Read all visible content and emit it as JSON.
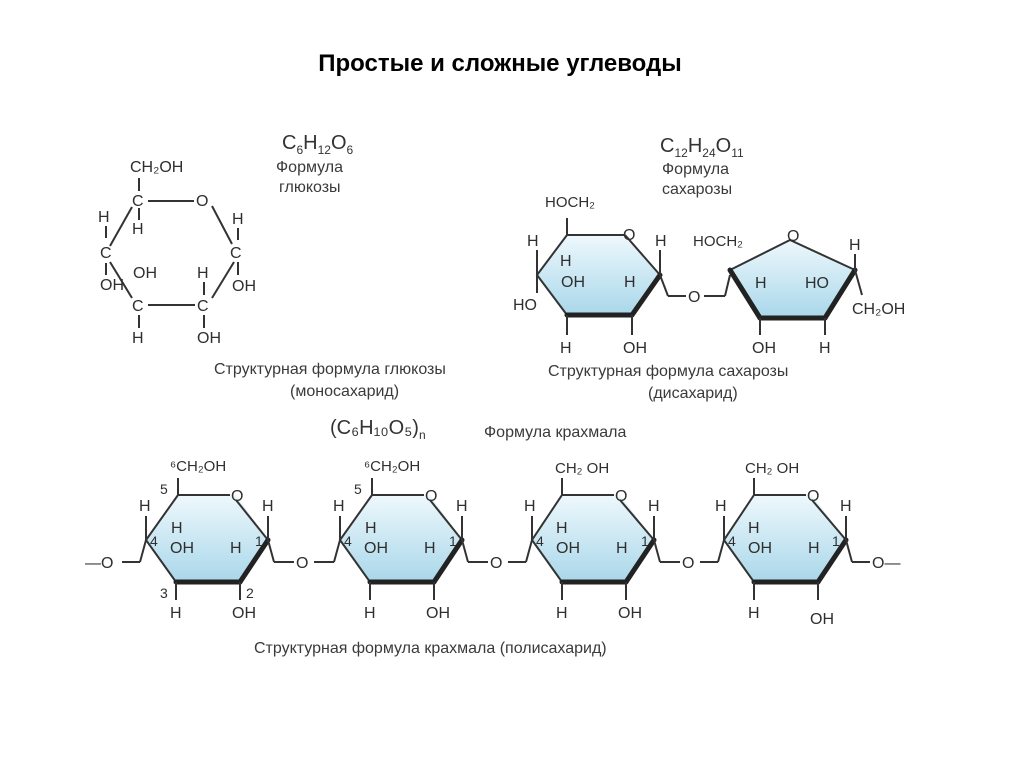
{
  "title": "Простые и сложные углеводы",
  "glucose": {
    "formula_main": "C",
    "formula_sub1": "6",
    "formula_h": "H",
    "formula_sub2": "12",
    "formula_o": "O",
    "formula_sub3": "6",
    "formula_label_1": "Формула",
    "formula_label_2": "глюкозы",
    "caption_1": "Структурная формула глюкозы",
    "caption_2": "(моносахарид)",
    "atoms": {
      "ch2oh": "CH₂OH",
      "c": "C",
      "o": "O",
      "h": "H",
      "oh": "OH",
      "oh_left": "OH"
    }
  },
  "sucrose": {
    "formula_c": "C",
    "formula_sub1": "12",
    "formula_h": "H",
    "formula_sub2": "24",
    "formula_o": "O",
    "formula_sub3": "11",
    "formula_label_1": "Формула",
    "formula_label_2": "сахарозы",
    "caption_1": "Структурная формула сахарозы",
    "caption_2": "(дисахарид)",
    "atoms": {
      "hoch2": "HOCH₂",
      "o": "O",
      "h": "H",
      "oh": "OH",
      "ho": "HO",
      "ch2oh": "CH₂OH"
    }
  },
  "starch": {
    "formula_text": "(C₆H₁₀O₅)",
    "formula_n": "n",
    "formula_label": "Формула крахмала",
    "caption": "Структурная формула крахмала (полисахарид)",
    "atoms": {
      "ch2oh_6": "⁶CH₂OH",
      "ch2oh": "CH₂ OH",
      "o": "O",
      "h": "H",
      "oh": "OH",
      "bridge_o": "O",
      "end_left": "—O",
      "end_right": "O—"
    },
    "numbers": {
      "n1": "1",
      "n2": "2",
      "n3": "3",
      "n4": "4",
      "n5": "5"
    }
  }
}
